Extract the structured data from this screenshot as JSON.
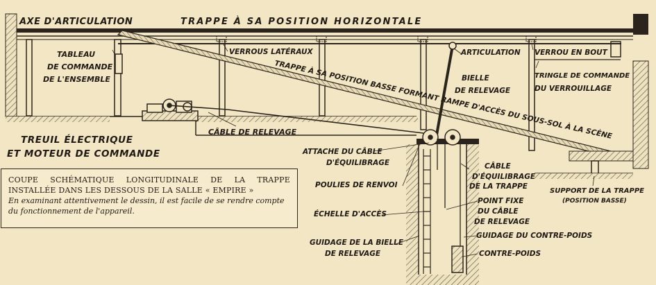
{
  "labels": {
    "axe": "AXE D'ARTICULATION",
    "trappe_horiz": "TRAPPE À SA POSITION HORIZONTALE",
    "tableau_1": "TABLEAU",
    "tableau_2": "DE COMMANDE",
    "tableau_3": "DE L'ENSEMBLE",
    "verrous": "VERROUS LATÉRAUX",
    "articulation": "ARTICULATION",
    "verrou_bout": "VERROU EN BOUT",
    "bielle_1": "BIELLE",
    "bielle_2": "DE RELEVAGE",
    "tringle_1": "TRINGLE DE COMMANDE",
    "tringle_2": "DU VERROUILLAGE",
    "trappe_basse": "TRAPPE À SA POSITION BASSE FORMANT RAMPE D'ACCÈS DU SOUS-SOL À LA SCÈNE",
    "cable_relevage": "CÂBLE DE RELEVAGE",
    "treuil_1": "TREUIL ÉLECTRIQUE",
    "treuil_2": "ET MOTEUR DE COMMANDE",
    "attache_1": "ATTACHE DU CÂBLE",
    "attache_2": "D'ÉQUILIBRAGE",
    "poulies": "POULIES DE RENVOI",
    "cable_eq_1": "CÂBLE",
    "cable_eq_2": "D'ÉQUILIBRAGE",
    "cable_eq_3": "DE LA TRAPPE",
    "support_1": "SUPPORT DE LA TRAPPE",
    "support_2": "(POSITION BASSE)",
    "point_1": "POINT FIXE",
    "point_2": "DU CÂBLE",
    "point_3": "DE RELEVAGE",
    "echelle": "ÉCHELLE D'ACCÈS",
    "guidage_cp": "GUIDAGE DU CONTRE-POIDS",
    "guidage_b_1": "GUIDAGE DE LA BIELLE",
    "guidage_b_2": "DE RELEVAGE",
    "contre_poids": "CONTRE-POIDS"
  },
  "caption": {
    "title": "COUPE SCHÉMATIQUE LONGITUDINALE DE LA TRAPPE INSTALLÉE DANS LES DESSOUS DE LA SALLE « EMPIRE »",
    "body": "En examinant attentivement le dessin, il est facile de se rendre compte du fonctionnement de l'appareil."
  },
  "colors": {
    "paper": "#f3e6c4",
    "ink": "#1f1a14",
    "hatch": "#6b6257"
  }
}
